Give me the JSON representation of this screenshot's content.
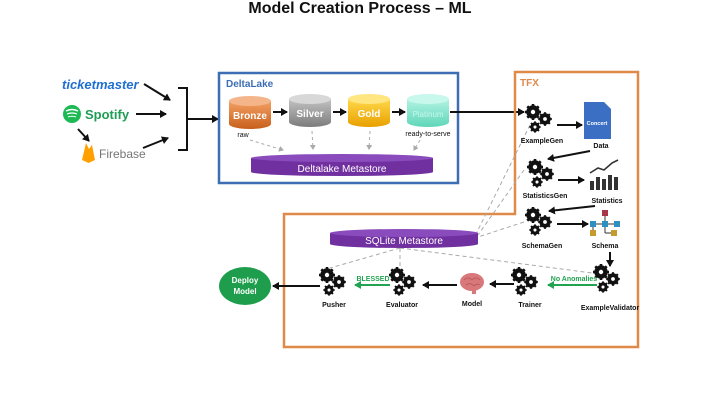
{
  "title": "Model Creation Process – ML",
  "sources": [
    {
      "name": "ticketmaster",
      "icon": "ticketmaster-logo"
    },
    {
      "name": "Spotify",
      "icon": "spotify-icon"
    },
    {
      "name": "Firebase",
      "icon": "firebase-icon"
    }
  ],
  "deltalake": {
    "label": "DeltaLake",
    "tiers": [
      {
        "label": "Bronze",
        "caption": "raw",
        "color": "#e2772f"
      },
      {
        "label": "Silver",
        "caption": "",
        "color": "#9a9a9a"
      },
      {
        "label": "Gold",
        "caption": "",
        "color": "#f2b600"
      },
      {
        "label": "Platinum",
        "caption": "ready-to-serve",
        "color": "#7fe3cc"
      }
    ],
    "metastore": "Deltalake Metastore"
  },
  "tfx": {
    "label": "TFX",
    "metastore": "SQLite Metastore",
    "components": {
      "example_gen": "ExampleGen",
      "statistics_gen": "StatisticsGen",
      "schema_gen": "SchemaGen",
      "example_validator": "ExampleValidator",
      "trainer": "Trainer",
      "evaluator": "Evaluator",
      "pusher": "Pusher"
    },
    "artifacts": {
      "data": "Data",
      "data_doc": "Concert",
      "statistics": "Statistics",
      "schema": "Schema",
      "model": "Model"
    },
    "edge_labels": {
      "no_anomalies": "No Anomalies",
      "blessed": "BLESSED"
    }
  },
  "deploy": {
    "line1": "Deploy",
    "line2": "Model"
  },
  "colors": {
    "deltalake_border": "#3d6db3",
    "tfx_border": "#e08a4a",
    "metastore": "#7030a0",
    "accent_green": "#22a352",
    "deploy": "#1e9e4c"
  }
}
